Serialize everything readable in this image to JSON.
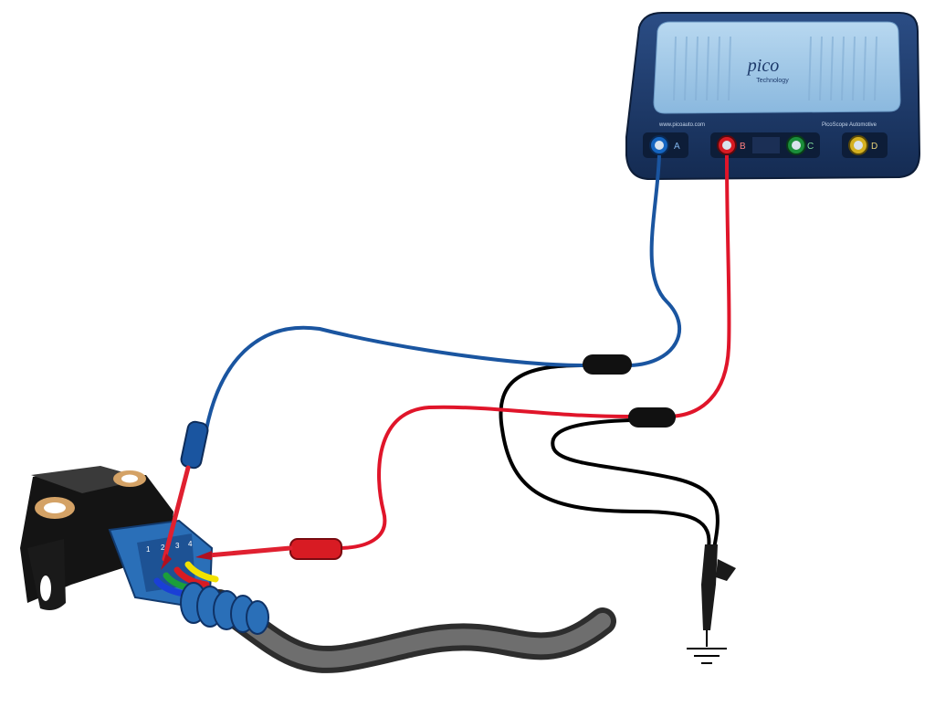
{
  "scope": {
    "brand": "pico",
    "brand_sub": "Technology",
    "url_text": "www.picoauto.com",
    "model_text": "PicoScope Automotive",
    "channels": [
      {
        "id": "A",
        "color": "#1565c0"
      },
      {
        "id": "B",
        "color": "#d81b23"
      },
      {
        "id": "C",
        "color": "#1b8e3a"
      },
      {
        "id": "D",
        "color": "#d4b020"
      }
    ]
  },
  "connector": {
    "pin_labels": [
      "1",
      "2",
      "3",
      "4"
    ],
    "wire_colors": [
      "#1a3fd6",
      "#1b9e3a",
      "#d81b23",
      "#f2e200"
    ]
  },
  "colors": {
    "channel_a_lead": "#1a55a0",
    "channel_b_lead": "#e0152a",
    "ground_lead": "#000000",
    "scope_body": "#1d3a6b",
    "scope_panel": "#9ec6e6",
    "harness": "#4d4d4d",
    "connector_body": "#2a6fb8"
  },
  "icons": {
    "ground": "ground-symbol-icon",
    "clip": "alligator-clip-icon",
    "probe": "back-probe-pin-icon"
  }
}
